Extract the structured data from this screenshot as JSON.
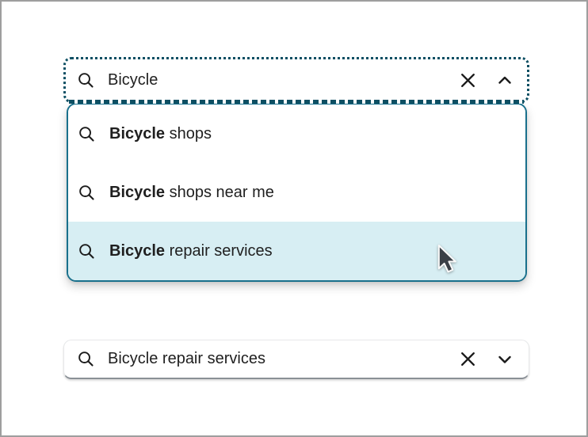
{
  "colors": {
    "focus_outline": "#0d4f63",
    "dropdown_border": "#19708c",
    "suggestion_highlight": "#d7eef3",
    "text": "#1f1f1f",
    "frame_border": "#9e9e9e"
  },
  "top_search": {
    "value": "Bicycle"
  },
  "dropdown": {
    "suggestions": [
      {
        "match": "Bicycle",
        "rest": " shops",
        "highlighted": false
      },
      {
        "match": "Bicycle",
        "rest": " shops near me",
        "highlighted": false
      },
      {
        "match": "Bicycle",
        "rest": " repair services",
        "highlighted": true
      }
    ]
  },
  "bottom_search": {
    "value": "Bicycle repair services"
  },
  "icons": {
    "search": "magnifying-glass",
    "clear": "x-mark",
    "collapse": "chevron-up",
    "expand": "chevron-down",
    "pointer": "mouse-arrow-cursor"
  }
}
